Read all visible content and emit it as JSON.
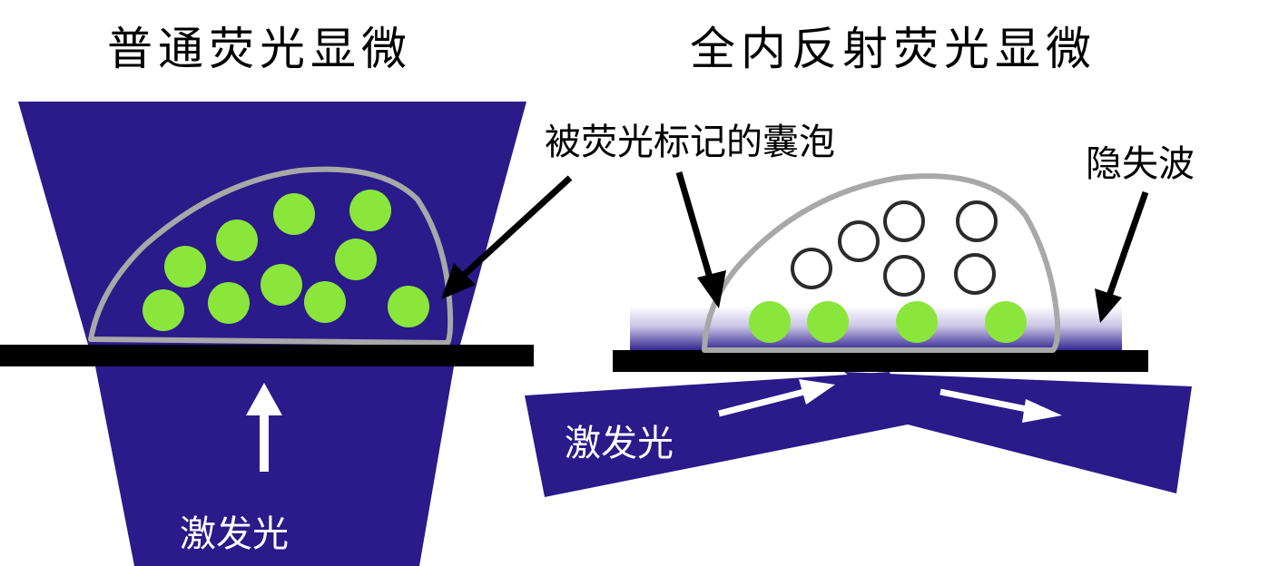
{
  "left_panel": {
    "title": "普通荧光显微",
    "excitation_label": "激发光"
  },
  "right_panel": {
    "title": "全内反射荧光显微",
    "excitation_label": "激发光",
    "vesicle_label": "被荧光标记的囊泡",
    "evanescent_label": "隐失波"
  },
  "colors": {
    "beam": "#2a1a8a",
    "fluorescent_vesicle": "#8ae63a",
    "cell_outline": "#a8a8a8",
    "coverslip": "#000000",
    "arrow_light": "#ffffff"
  }
}
